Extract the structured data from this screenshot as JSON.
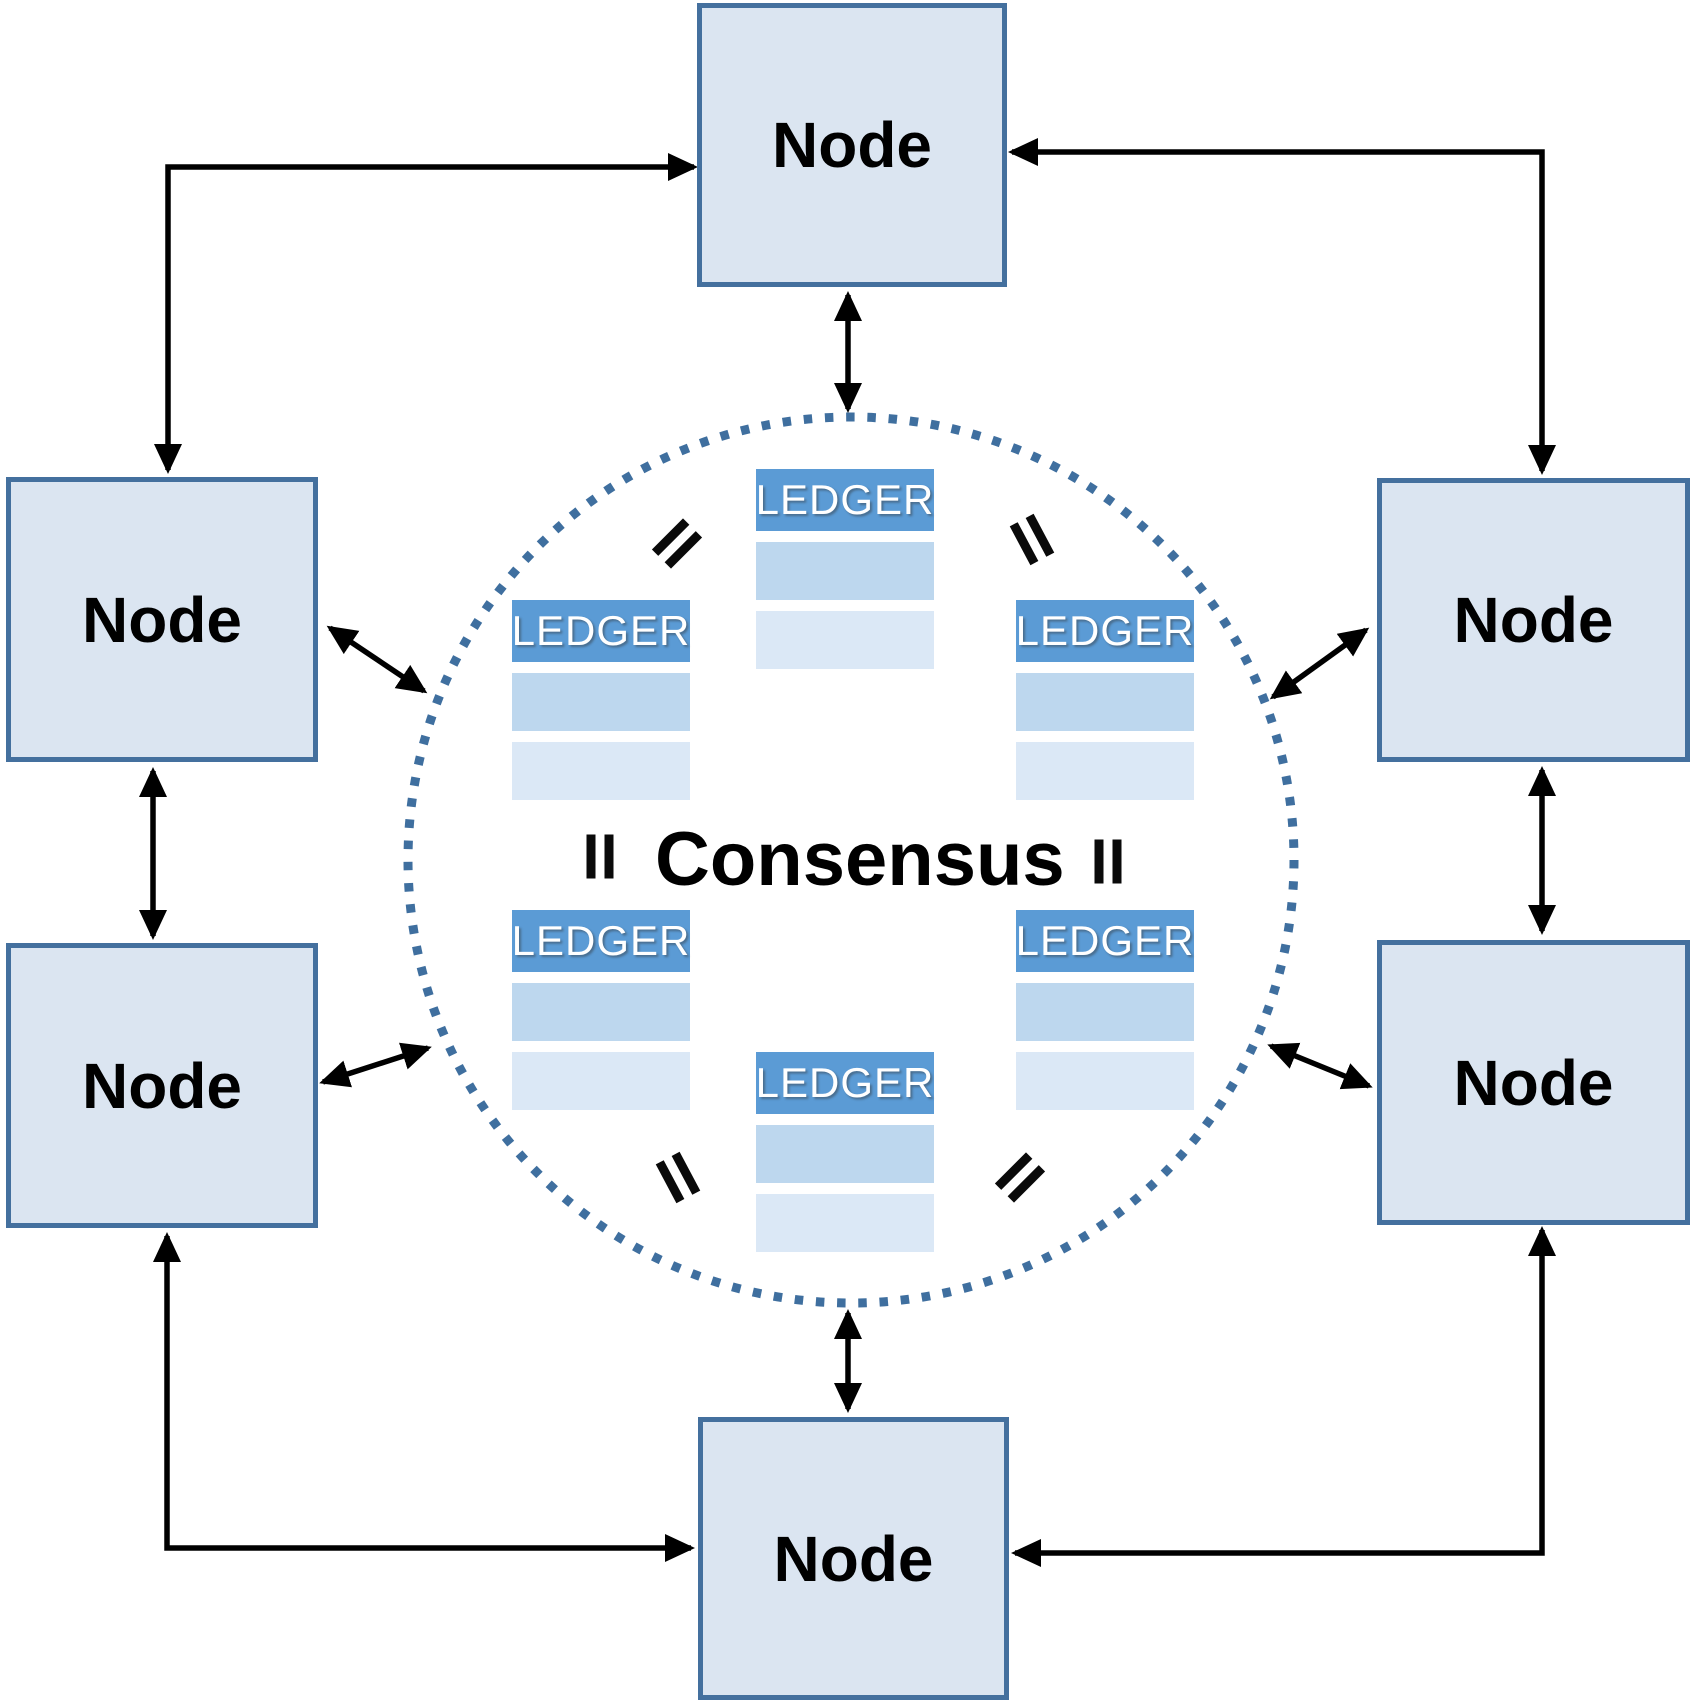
{
  "diagram": {
    "type": "peer-to-peer-consensus-network",
    "center_label": "Consensus",
    "nodes": [
      {
        "position": "top",
        "label": "Node"
      },
      {
        "position": "upper-left",
        "label": "Node"
      },
      {
        "position": "upper-right",
        "label": "Node"
      },
      {
        "position": "lower-left",
        "label": "Node"
      },
      {
        "position": "lower-right",
        "label": "Node"
      },
      {
        "position": "bottom",
        "label": "Node"
      }
    ],
    "ledgers": [
      {
        "position": "top-center",
        "header": "LEDGER",
        "rows": 2
      },
      {
        "position": "upper-left",
        "header": "LEDGER",
        "rows": 2
      },
      {
        "position": "upper-right",
        "header": "LEDGER",
        "rows": 2
      },
      {
        "position": "lower-left",
        "header": "LEDGER",
        "rows": 2
      },
      {
        "position": "lower-right",
        "header": "LEDGER",
        "rows": 2
      },
      {
        "position": "bottom-center",
        "header": "LEDGER",
        "rows": 2
      }
    ],
    "equals_icon_count": 6,
    "connections": [
      {
        "from": "upper-left",
        "to": "top",
        "style": "elbow",
        "arrows": "both"
      },
      {
        "from": "upper-right",
        "to": "top",
        "style": "elbow",
        "arrows": "both"
      },
      {
        "from": "lower-left",
        "to": "bottom",
        "style": "elbow",
        "arrows": "both"
      },
      {
        "from": "lower-right",
        "to": "bottom",
        "style": "elbow",
        "arrows": "both"
      },
      {
        "from": "upper-left",
        "to": "lower-left",
        "style": "straight",
        "arrows": "both"
      },
      {
        "from": "upper-right",
        "to": "lower-right",
        "style": "straight",
        "arrows": "both"
      },
      {
        "from": "top",
        "to": "consensus-circle",
        "style": "straight",
        "arrows": "both"
      },
      {
        "from": "bottom",
        "to": "consensus-circle",
        "style": "straight",
        "arrows": "both"
      },
      {
        "from": "upper-left",
        "to": "consensus-circle",
        "style": "diagonal",
        "arrows": "both"
      },
      {
        "from": "upper-right",
        "to": "consensus-circle",
        "style": "diagonal",
        "arrows": "both"
      },
      {
        "from": "lower-left",
        "to": "consensus-circle",
        "style": "diagonal",
        "arrows": "both"
      },
      {
        "from": "lower-right",
        "to": "consensus-circle",
        "style": "diagonal",
        "arrows": "both"
      }
    ],
    "colors": {
      "node_fill": "#dbe5f1",
      "node_border": "#44709e",
      "ledger_header": "#5b9bd5",
      "ledger_row_medium": "#bdd7ee",
      "ledger_row_light": "#dbe8f6",
      "circle_dots": "#3f6f9f",
      "arrow": "#000000",
      "label_text": "#000000"
    }
  }
}
